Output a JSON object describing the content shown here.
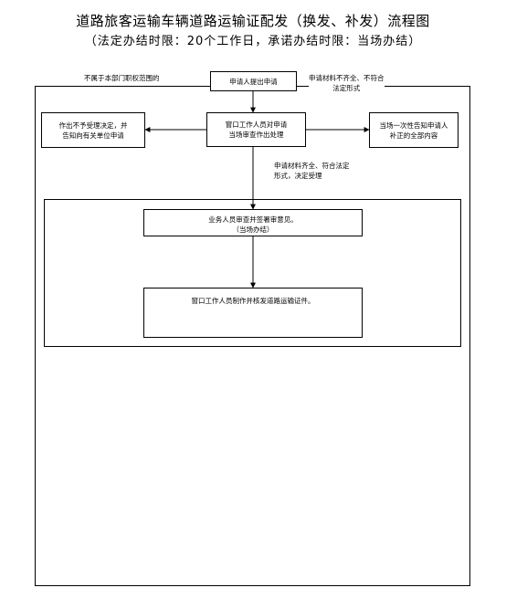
{
  "title": "道路旅客运输车辆道路运输证配发（换发、补发）流程图",
  "subtitle": "（法定办结时限：20个工作日，承诺办结时限：当场办结）",
  "nodes": {
    "apply": "申请人提出申请",
    "window_review": "窗口工作人员对申请\n当场审查作出处理",
    "reject": "作出不予受理决定，并\n告知向有关单位申请",
    "notify": "当场一次性告知申请人\n补正的全部内容",
    "staff_review": "业务人员审查并签署审意见。\n（当场办结）",
    "issue": "窗口工作人员制作并核发道路运输证件。"
  },
  "labels": {
    "not_in_scope": "不属于本部门职权范围的",
    "incomplete": "申请材料不齐全、不符合\n法定形式",
    "accepted": "申请材料齐全、符合法定\n形式，决定受理"
  }
}
